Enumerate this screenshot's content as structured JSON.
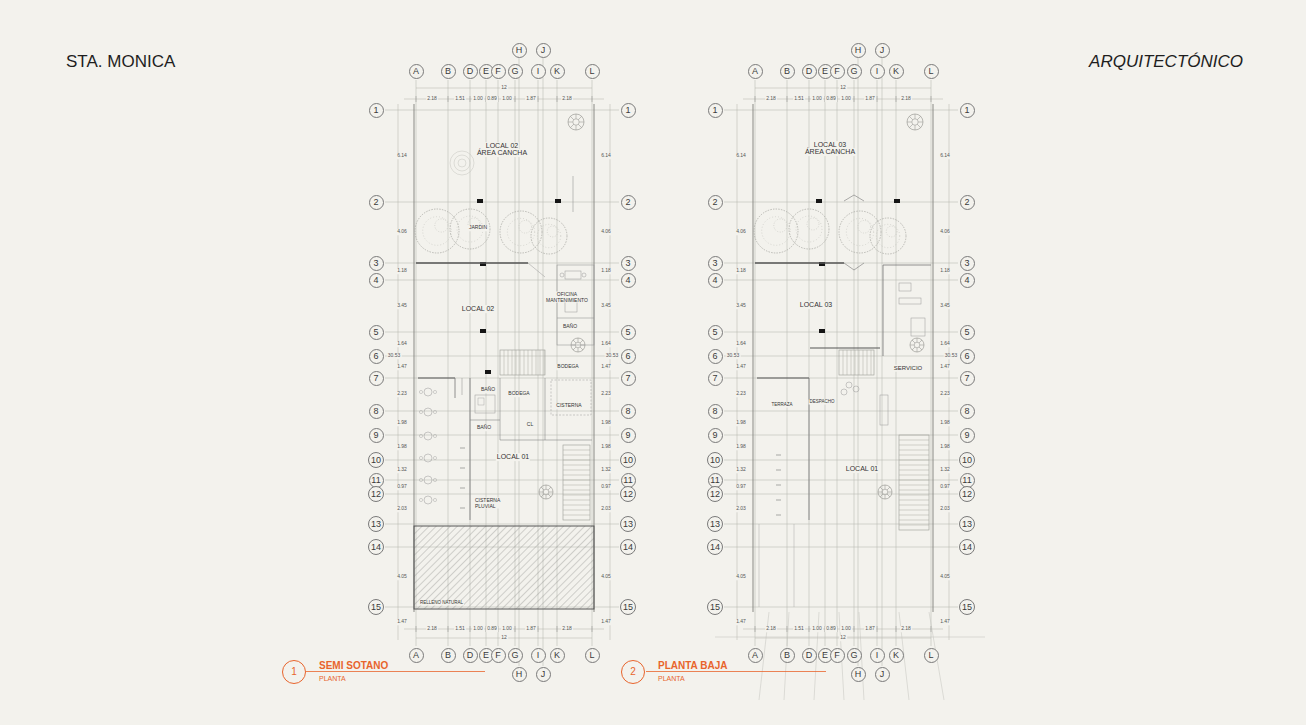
{
  "diagram": {
    "title": "STA. MONICA",
    "nodes": [
      {
        "text": [
          "H"
        ]
      },
      {
        "text": [
          "J"
        ]
      },
      {
        "text": [
          "A"
        ]
      },
      {
        "text": [
          "B"
        ]
      },
      {
        "text": [
          "D"
        ]
      },
      {
        "text": [
          "E"
        ]
      },
      {
        "text": [
          "F"
        ]
      },
      {
        "text": [
          "G"
        ]
      },
      {
        "text": [
          "I"
        ]
      },
      {
        "text": [
          "K"
        ]
      },
      {
        "text": [
          "L"
        ]
      },
      {
        "text": [
          "1"
        ]
      },
      {
        "text": [
          "1"
        ]
      },
      {
        "text": [
          "2"
        ]
      },
      {
        "text": [
          "2"
        ]
      },
      {
        "text": [
          "3"
        ]
      },
      {
        "text": [
          "3"
        ]
      },
      {
        "text": [
          "4"
        ]
      },
      {
        "text": [
          "4"
        ]
      },
      {
        "text": [
          "5"
        ]
      },
      {
        "text": [
          "5"
        ]
      },
      {
        "text": [
          "6"
        ]
      },
      {
        "text": [
          "6"
        ]
      },
      {
        "text": [
          "7"
        ]
      },
      {
        "text": [
          "7"
        ]
      },
      {
        "text": [
          "8"
        ]
      },
      {
        "text": [
          "8"
        ]
      },
      {
        "text": [
          "9"
        ]
      },
      {
        "text": [
          "9"
        ]
      },
      {
        "text": [
          "10"
        ]
      },
      {
        "text": [
          "10"
        ]
      },
      {
        "text": [
          "11"
        ]
      },
      {
        "text": [
          "11"
        ]
      },
      {
        "text": [
          "12"
        ]
      },
      {
        "text": [
          "12"
        ]
      },
      {
        "text": [
          "13"
        ]
      },
      {
        "text": [
          "13"
        ]
      },
      {
        "text": [
          "14"
        ]
      },
      {
        "text": [
          "14"
        ]
      },
      {
        "text": [
          "15"
        ]
      },
      {
        "text": [
          "15"
        ]
      },
      {
        "text": [
          "A"
        ]
      },
      {
        "text": [
          "B"
        ]
      },
      {
        "text": [
          "D"
        ]
      },
      {
        "text": [
          "E"
        ]
      },
      {
        "text": [
          "F"
        ]
      },
      {
        "text": [
          "G"
        ]
      },
      {
        "text": [
          "I"
        ]
      },
      {
        "text": [
          "K"
        ]
      },
      {
        "text": [
          "L"
        ]
      },
      {
        "text": [
          "H"
        ]
      },
      {
        "text": [
          "J"
        ]
      },
      {
        "text": [
          "1",
          "SEMI SOTANO",
          "PLANTA"
        ]
      },
      {
        "text": [
          "H"
        ]
      },
      {
        "text": [
          "J"
        ]
      },
      {
        "text": [
          "A"
        ]
      },
      {
        "text": [
          "B"
        ]
      },
      {
        "text": [
          "D"
        ]
      },
      {
        "text": [
          "E"
        ]
      },
      {
        "text": [
          "F"
        ]
      },
      {
        "text": [
          "G"
        ]
      },
      {
        "text": [
          "I"
        ]
      },
      {
        "text": [
          "K"
        ]
      },
      {
        "text": [
          "L"
        ]
      },
      {
        "text": [
          "1"
        ]
      },
      {
        "text": [
          "1"
        ]
      },
      {
        "text": [
          "2"
        ]
      },
      {
        "text": [
          "2"
        ]
      },
      {
        "text": [
          "3"
        ]
      },
      {
        "text": [
          "3"
        ]
      },
      {
        "text": [
          "4"
        ]
      },
      {
        "text": [
          "4"
        ]
      },
      {
        "text": [
          "5"
        ]
      },
      {
        "text": [
          "5"
        ]
      },
      {
        "text": [
          "6"
        ]
      },
      {
        "text": [
          "6"
        ]
      },
      {
        "text": [
          "7"
        ]
      },
      {
        "text": [
          "7"
        ]
      },
      {
        "text": [
          "8"
        ]
      },
      {
        "text": [
          "8"
        ]
      },
      {
        "text": [
          "9"
        ]
      },
      {
        "text": [
          "9"
        ]
      },
      {
        "text": [
          "10"
        ]
      },
      {
        "text": [
          "10"
        ]
      },
      {
        "text": [
          "11"
        ]
      },
      {
        "text": [
          "11"
        ]
      },
      {
        "text": [
          "12"
        ]
      },
      {
        "text": [
          "12"
        ]
      },
      {
        "text": [
          "13"
        ]
      },
      {
        "text": [
          "13"
        ]
      },
      {
        "text": [
          "14"
        ]
      },
      {
        "text": [
          "14"
        ]
      },
      {
        "text": [
          "15"
        ]
      },
      {
        "text": [
          "15"
        ]
      },
      {
        "text": [
          "A"
        ]
      },
      {
        "text": [
          "B"
        ]
      },
      {
        "text": [
          "D"
        ]
      },
      {
        "text": [
          "E"
        ]
      },
      {
        "text": [
          "F"
        ]
      },
      {
        "text": [
          "G"
        ]
      },
      {
        "text": [
          "I"
        ]
      },
      {
        "text": [
          "K"
        ]
      },
      {
        "text": [
          "L"
        ]
      },
      {
        "text": [
          "H"
        ]
      },
      {
        "text": [
          "J"
        ]
      },
      {
        "text": [
          "2",
          "PLANTA BAJA",
          "PLANTA"
        ]
      }
    ],
    "labels": [
      "ARQUITECTÓNICO",
      "12",
      "2.18",
      "1.51",
      "1.00",
      "0.89",
      "1.00",
      "1.87",
      "2.18",
      "6.14",
      "4.06",
      "1.18",
      "3.45",
      "1.64",
      "1.47",
      "2.23",
      "1.98",
      "1.98",
      "1.32",
      "0.97",
      "2.03",
      "4.05",
      "1.47",
      "30.53",
      "6.14",
      "4.06",
      "1.18",
      "3.45",
      "1.64",
      "1.47",
      "2.23",
      "1.98",
      "1.98",
      "1.32",
      "0.97",
      "2.03",
      "4.05",
      "1.47",
      "30.53",
      "2.18",
      "1.51",
      "1.00",
      "0.89",
      "1.00",
      "1.87",
      "2.18",
      "12",
      "LOCAL 02",
      "ÁREA CANCHA",
      "JARDIN",
      "OFICINA MANTENIMIENTO",
      "LOCAL 02",
      "BAÑO",
      "BODEGA",
      "BAÑO",
      "BODEGA",
      "CISTERNA",
      "BAÑO",
      "CL",
      "LOCAL 01",
      "CISTERNA PLUVIAL",
      "RELLENO NATURAL",
      "12",
      "2.18",
      "1.51",
      "1.00",
      "0.89",
      "1.00",
      "1.87",
      "2.18",
      "6.14",
      "4.06",
      "1.18",
      "3.45",
      "1.64",
      "1.47",
      "2.23",
      "1.98",
      "1.98",
      "1.32",
      "0.97",
      "2.03",
      "4.05",
      "1.47",
      "30.53",
      "6.14",
      "4.06",
      "1.18",
      "3.45",
      "1.64",
      "1.47",
      "2.23",
      "1.98",
      "1.98",
      "1.32",
      "0.97",
      "2.03",
      "4.05",
      "1.47",
      "30.53",
      "2.18",
      "1.51",
      "1.00",
      "0.89",
      "1.00",
      "1.87",
      "2.18",
      "12",
      "LOCAL 03",
      "ÁREA CANCHA",
      "LOCAL 03",
      "SERVICIO",
      "TERRAZA",
      "DESPACHO",
      "LOCAL 01"
    ]
  }
}
